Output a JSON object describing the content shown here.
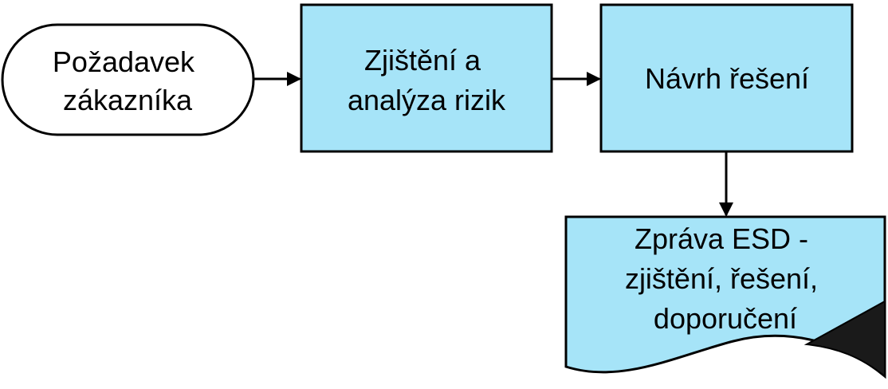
{
  "diagram": {
    "nodes": [
      {
        "id": "pozadavek",
        "shape": "terminal",
        "lines": [
          "Požadavek",
          "zákazníka"
        ],
        "fill": "#ffffff"
      },
      {
        "id": "zjisteni",
        "shape": "process",
        "lines": [
          "Zjištění a",
          "analýza rizik"
        ],
        "fill": "#a6e4f8"
      },
      {
        "id": "navrh",
        "shape": "process",
        "lines": [
          "Návrh řešení"
        ],
        "fill": "#a6e4f8"
      },
      {
        "id": "zprava",
        "shape": "document",
        "lines": [
          "Zpráva ESD -",
          "zjištění, řešení,",
          "doporučení"
        ],
        "fill": "#a6e4f8"
      }
    ],
    "edges": [
      {
        "from": "pozadavek",
        "to": "zjisteni"
      },
      {
        "from": "zjisteni",
        "to": "navrh"
      },
      {
        "from": "navrh",
        "to": "zprava"
      }
    ],
    "colors": {
      "stroke": "#000000",
      "process_fill": "#a6e4f8",
      "page_curl": "#1a1a1a"
    }
  }
}
